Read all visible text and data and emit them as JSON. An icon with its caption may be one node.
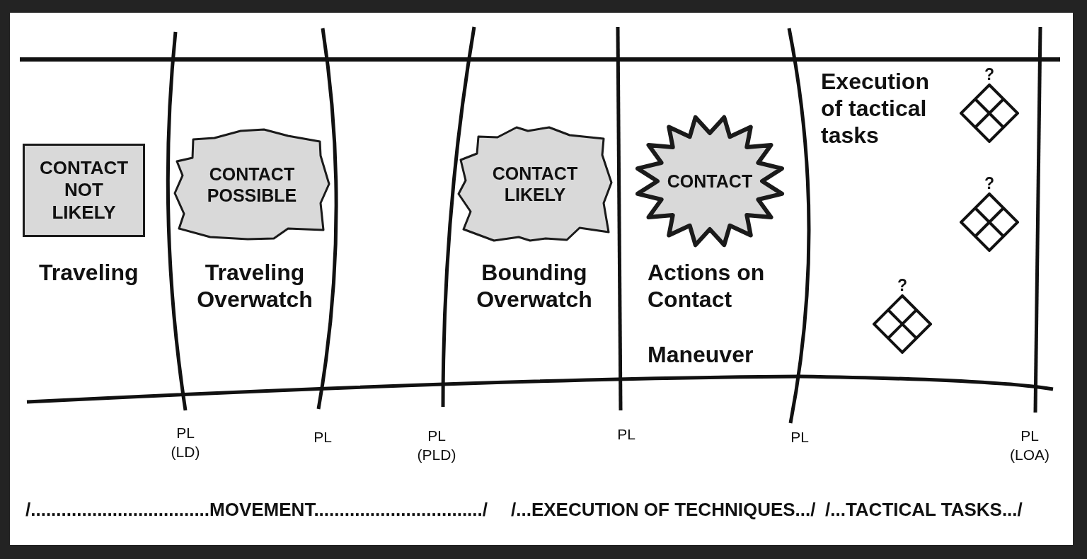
{
  "diagram": {
    "nodes": [
      {
        "text": [
          "CONTACT NOT LIKELY"
        ]
      },
      {
        "text": [
          "CONTACT POSSIBLE"
        ]
      },
      {
        "text": [
          "CONTACT LIKELY"
        ]
      },
      {
        "text": [
          "CONTACT"
        ]
      },
      {
        "text": [],
        "shape": "diamond",
        "beside": [
          "?"
        ]
      },
      {
        "text": [],
        "shape": "diamond",
        "beside": [
          "?"
        ]
      },
      {
        "text": [],
        "shape": "diamond",
        "beside": [
          "?"
        ]
      }
    ],
    "labels": [
      "Traveling",
      "Traveling Overwatch",
      "Bounding Overwatch",
      "Actions on Contact",
      "Maneuver",
      "Execution of tactical tasks",
      "PL (LD)",
      "PL",
      "PL (PLD)",
      "PL",
      "PL",
      "PL (LOA)",
      "/...................................MOVEMENT................................./",
      "/...EXECUTION OF TECHNIQUES.../",
      "/...TACTICAL TASKS.../"
    ]
  }
}
